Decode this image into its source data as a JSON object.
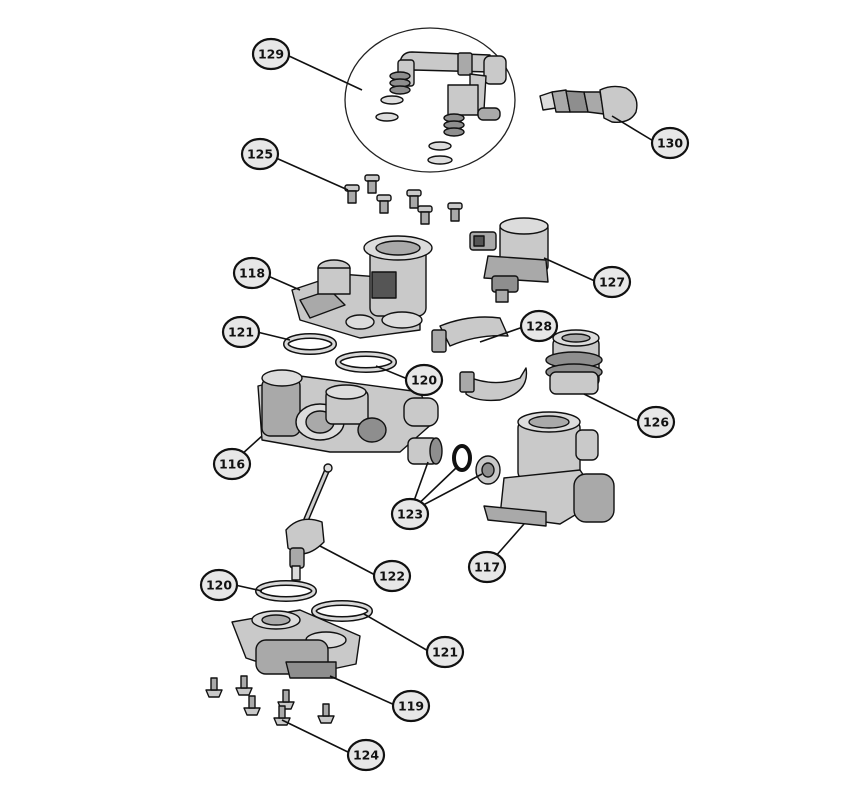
{
  "callouts": {
    "c129": "129",
    "c130": "130",
    "c125": "125",
    "c127": "127",
    "c118": "118",
    "c128": "128",
    "c121a": "121",
    "c120a": "120",
    "c126": "126",
    "c116": "116",
    "c123": "123",
    "c117": "117",
    "c122": "122",
    "c120b": "120",
    "c121b": "121",
    "c119": "119",
    "c124": "124"
  },
  "colors": {
    "part_light": "#c9c9c9",
    "part_mid": "#a9a9a9",
    "part_dark": "#8e8e8e",
    "outline": "#111111",
    "bubble_fill": "#e7e7e7"
  }
}
